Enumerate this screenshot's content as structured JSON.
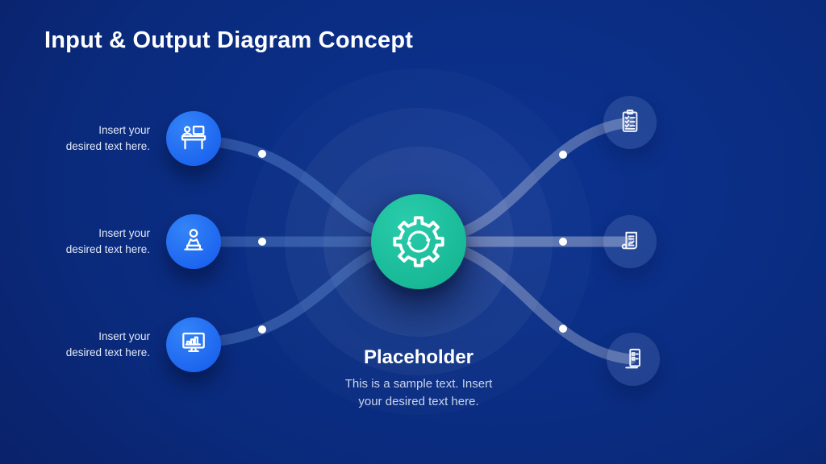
{
  "slide": {
    "title": "Input & Output Diagram Concept"
  },
  "inputs": [
    {
      "icon": "workstation-desk-icon",
      "lines": [
        "Insert your",
        "desired text here."
      ]
    },
    {
      "icon": "person-laptop-icon",
      "lines": [
        "Insert your",
        "desired text here."
      ]
    },
    {
      "icon": "monitor-chart-icon",
      "lines": [
        "Insert your",
        "desired text here."
      ]
    }
  ],
  "process": {
    "icon": "gear-sync-icon",
    "title": "Placeholder",
    "description_lines": [
      "This is a sample text. Insert",
      "your desired text here."
    ]
  },
  "outputs": [
    {
      "icon": "checklist-clipboard-icon"
    },
    {
      "icon": "report-scroll-icon"
    },
    {
      "icon": "form-stand-icon"
    }
  ],
  "colors": {
    "background_center": "#0c3391",
    "background_edge": "#081a52",
    "input_node_blue": "#1b63ee",
    "process_teal": "#17b795",
    "connector_left": "#7dacee",
    "connector_right": "#ffffff",
    "text_primary": "#ffffff",
    "text_secondary": "#c9d5ea"
  }
}
